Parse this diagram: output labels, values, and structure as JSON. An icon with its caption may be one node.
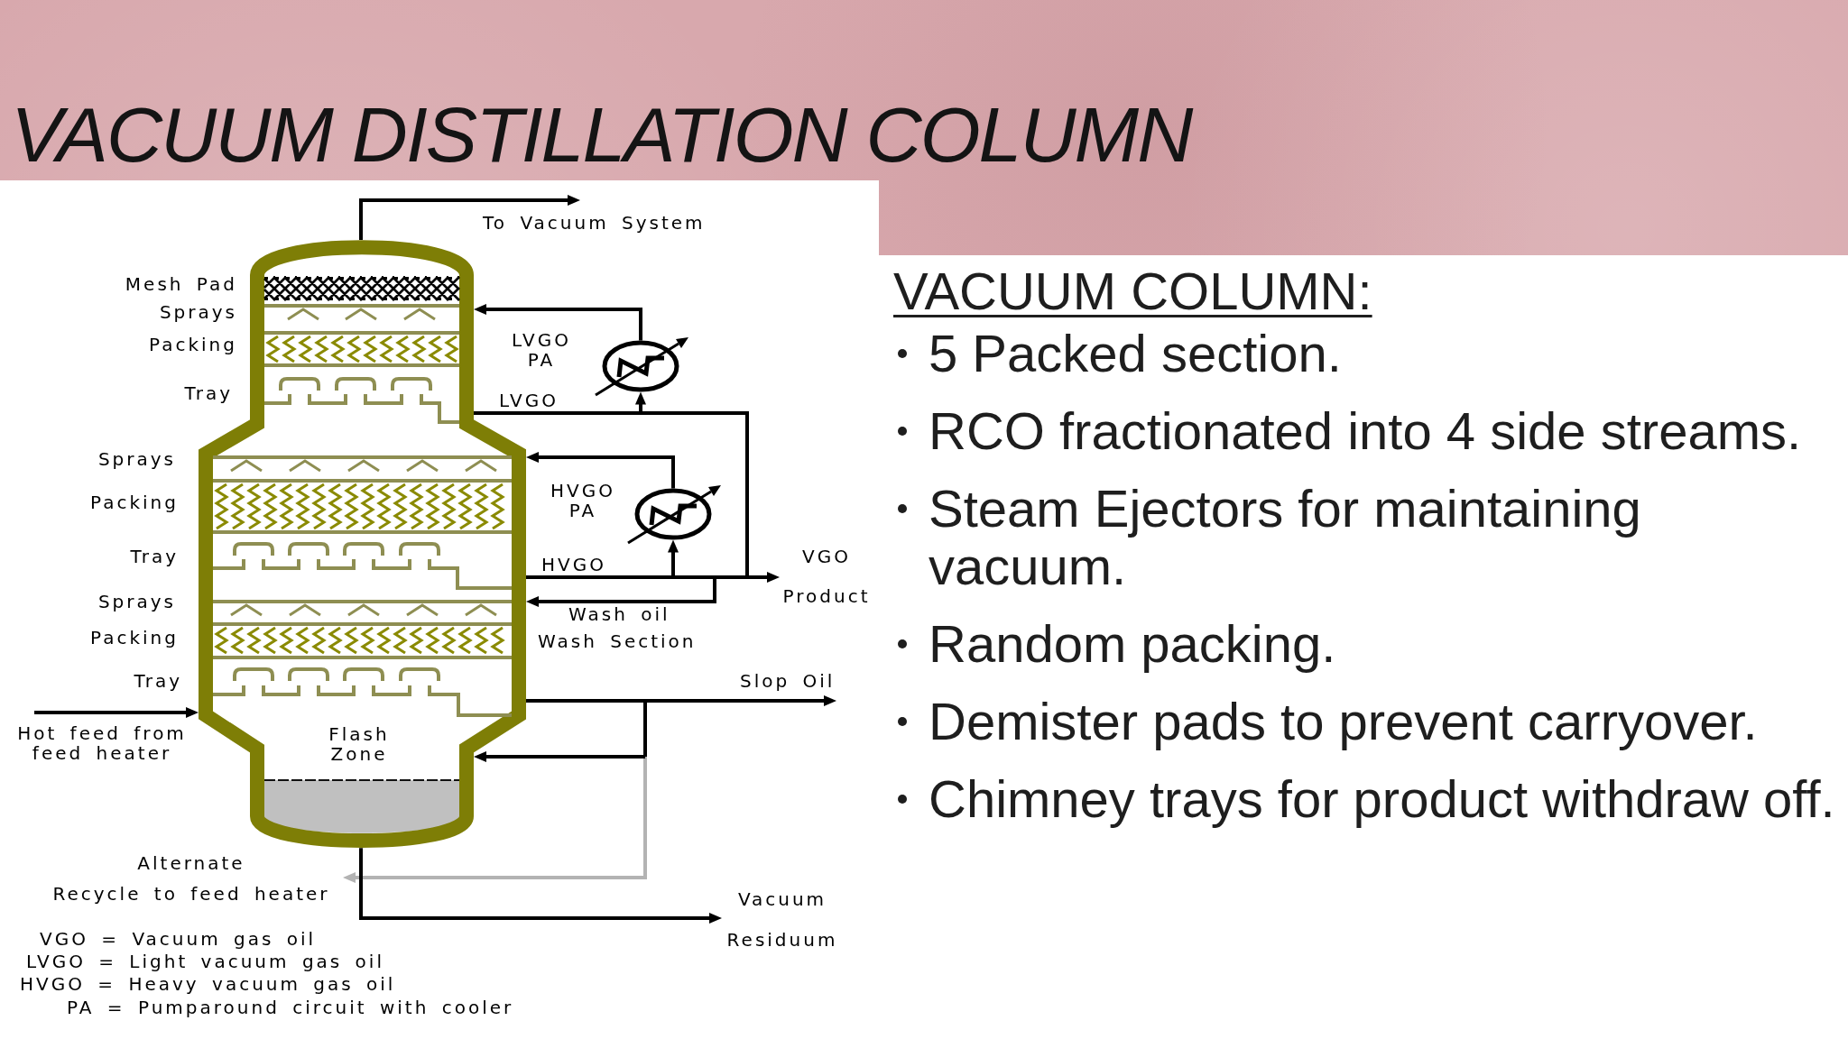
{
  "diagram": {
    "title": "VACUUM DISTILLATION COLUMN",
    "nodes": [
      {
        "text": [
          "Flash Zone"
        ]
      },
      {
        "text": [],
        "shape": "circle"
      },
      {
        "text": [],
        "shape": "circle"
      },
      {
        "text": [
          "VGO",
          "Product"
        ]
      },
      {
        "text": [
          "Alternate",
          "Recycle to feed heater"
        ]
      },
      {
        "text": [
          "Vacuum",
          "Residuum"
        ]
      }
    ],
    "edges": [
      {
        "from": 0,
        "to": null,
        "arrow": "to",
        "label": "To Vacuum System"
      },
      {
        "from": 1,
        "to": 0,
        "arrow": "to"
      },
      {
        "from": 0,
        "to": 1,
        "arrow": "to",
        "label": "LVGO"
      },
      {
        "from": 0,
        "to": 3,
        "arrow": "to"
      },
      {
        "from": 2,
        "to": 0,
        "arrow": "to"
      },
      {
        "from": 0,
        "to": 2,
        "arrow": "to",
        "label": "HVGO"
      },
      {
        "from": 0,
        "to": 3,
        "arrow": "to"
      },
      {
        "from": 0,
        "to": 0,
        "arrow": "to",
        "label": "Wash oil"
      },
      {
        "from": null,
        "to": 0,
        "arrow": "to",
        "label": "Hot feed from feed heater"
      },
      {
        "from": 0,
        "to": null,
        "arrow": "to",
        "label": "Slop Oil"
      },
      {
        "from": 0,
        "to": 0,
        "arrow": "to"
      },
      {
        "from": 0,
        "to": 4,
        "arrow": "to",
        "color": "#b3b3b3"
      },
      {
        "from": 0,
        "to": 5,
        "arrow": "to"
      }
    ],
    "labels": [
      "Mesh Pad",
      "Sprays",
      "Packing",
      "Tray",
      "LVGO PA",
      "Sprays",
      "Packing",
      "HVGO PA",
      "Tray",
      "Sprays",
      "Packing",
      "Wash Section",
      "Tray",
      "VGO = Vacuum gas oil",
      "LVGO = Light vacuum gas oil",
      "HVGO = Heavy vacuum gas oil",
      "PA = Pumparound circuit with cooler",
      "VACUUM COLUMN:",
      "5 Packed section.",
      "RCO fractionated into 4 side streams.",
      "Steam Ejectors for maintaining vacuum.",
      "Random packing.",
      "Demister pads to prevent carryover.",
      "Chimney trays for product withdraw off."
    ]
  }
}
